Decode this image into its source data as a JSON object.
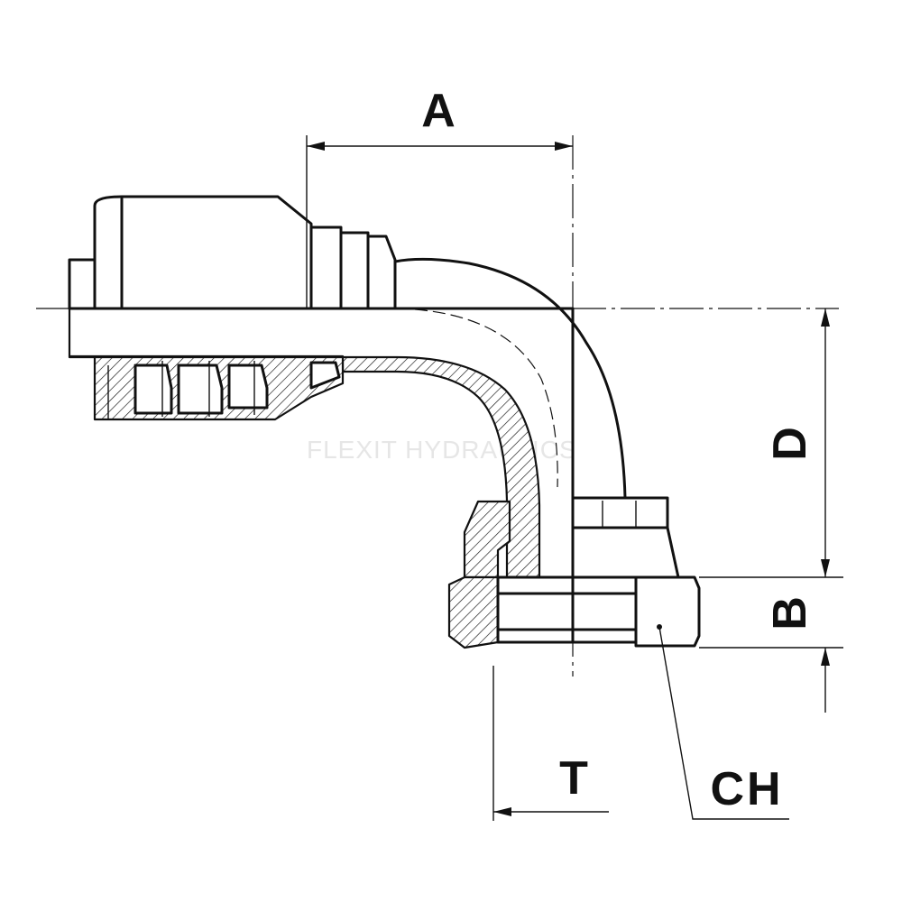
{
  "labels": {
    "a": "A",
    "b": "B",
    "d": "D",
    "t": "T",
    "ch": "CH"
  },
  "watermark": "FLEXIT HYDRAULICS"
}
